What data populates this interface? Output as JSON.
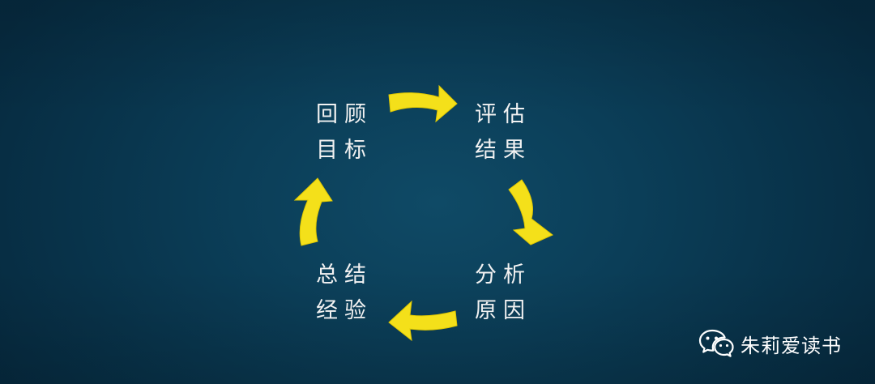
{
  "diagram": {
    "nodes": [
      {
        "id": "review",
        "line1": "回顾",
        "line2": "目标"
      },
      {
        "id": "evaluate",
        "line1": "评估",
        "line2": "结果"
      },
      {
        "id": "analyze",
        "line1": "分析",
        "line2": "原因"
      },
      {
        "id": "summary",
        "line1": "总结",
        "line2": "经验"
      }
    ],
    "flow": [
      "review",
      "evaluate",
      "analyze",
      "summary",
      "review"
    ],
    "arrow_color": "#f4e01a",
    "background_color": "#0b3e58",
    "text_color": "#f2f2f2"
  },
  "watermark": {
    "icon": "wechat-icon",
    "text": "朱莉爱读书"
  }
}
